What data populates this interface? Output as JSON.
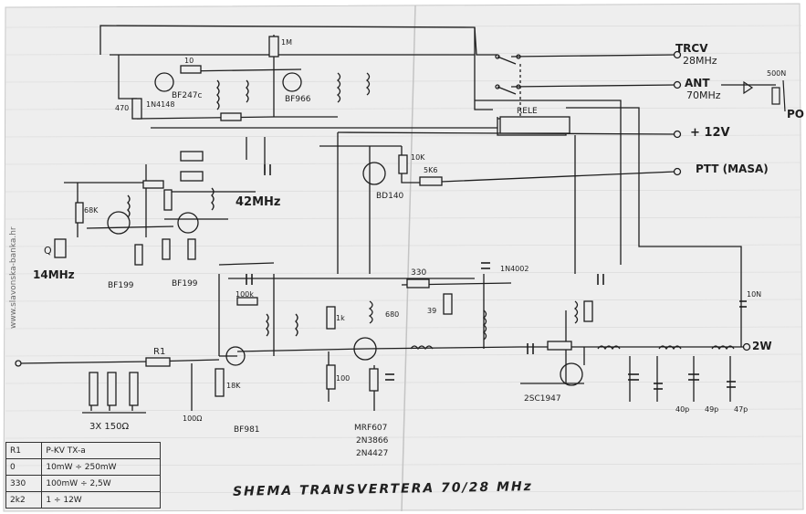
{
  "title": "SHEMA TRANSVERTERA 70/28 MHz",
  "watermark": "www.slavonska-banka.hr",
  "ports": {
    "trcv": "TRCV",
    "trcv_freq": "28MHz",
    "ant": "ANT",
    "ant_freq": "70MHz",
    "v12": "+ 12V",
    "ptt": "PTT (MASA)",
    "rele": "RELE",
    "po": "PO"
  },
  "labels": {
    "crystal": "Q",
    "crystal_freq": "14MHz",
    "osc_freq": "42MHz",
    "out_power": "2W",
    "r1": "R1"
  },
  "parts": [
    {
      "id": "bf247c",
      "text": "BF247c"
    },
    {
      "id": "bf966",
      "text": "BF966"
    },
    {
      "id": "1n4148",
      "text": "1N4148"
    },
    {
      "id": "bd140",
      "text": "BD140"
    },
    {
      "id": "bf199a",
      "text": "BF199"
    },
    {
      "id": "bf199b",
      "text": "BF199"
    },
    {
      "id": "bf981",
      "text": "BF981"
    },
    {
      "id": "mrf607",
      "text": "MRF607"
    },
    {
      "id": "2n3866",
      "text": "2N3866"
    },
    {
      "id": "2n4427",
      "text": "2N4427"
    },
    {
      "id": "2sc1947",
      "text": "2SC1947"
    },
    {
      "id": "1n4002",
      "text": "1N4002"
    },
    {
      "id": "3x150",
      "text": "3X 150Ω"
    },
    {
      "id": "r10k",
      "text": "10K"
    },
    {
      "id": "r5k6",
      "text": "5K6"
    },
    {
      "id": "r330a",
      "text": "330"
    },
    {
      "id": "r39",
      "text": "39"
    },
    {
      "id": "r680",
      "text": "680"
    },
    {
      "id": "r1k",
      "text": "1k"
    },
    {
      "id": "r100",
      "text": "100"
    },
    {
      "id": "r100k",
      "text": "100k"
    },
    {
      "id": "r18k",
      "text": "18K"
    },
    {
      "id": "r100ohm",
      "text": "100Ω"
    },
    {
      "id": "r68k",
      "text": "68K"
    },
    {
      "id": "r470",
      "text": "470"
    },
    {
      "id": "r10top",
      "text": "10"
    },
    {
      "id": "r1m",
      "text": "1M"
    },
    {
      "id": "c10n_a",
      "text": "10N"
    },
    {
      "id": "c40p",
      "text": "40p"
    },
    {
      "id": "c49p",
      "text": "49p"
    },
    {
      "id": "c47p",
      "text": "47p"
    },
    {
      "id": "c500n",
      "text": "500N"
    }
  ],
  "table": {
    "headers": [
      "R1",
      "P-KV TX-a"
    ],
    "rows": [
      [
        "0",
        "10mW ÷ 250mW"
      ],
      [
        "330",
        "100mW ÷ 2,5W"
      ],
      [
        "2k2",
        "1 ÷ 12W"
      ]
    ]
  }
}
